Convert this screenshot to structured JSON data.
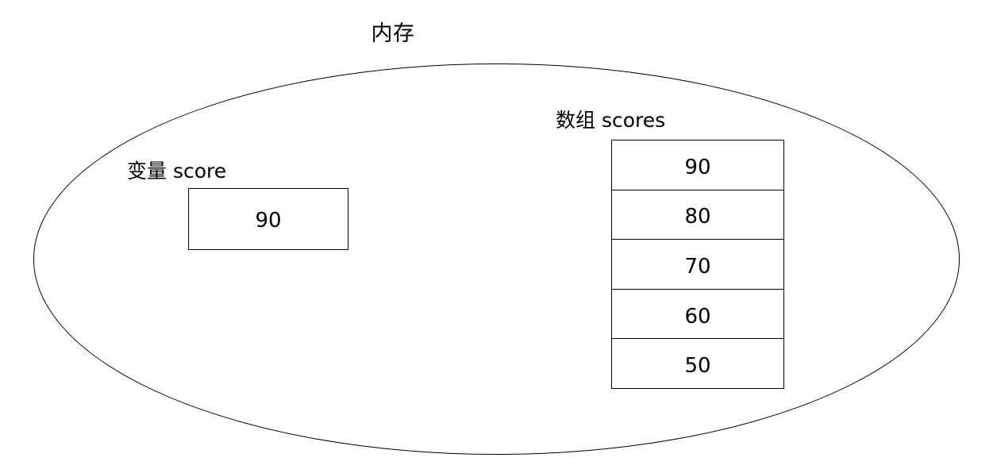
{
  "diagram": {
    "title": "内存",
    "shape": "ellipse",
    "variable": {
      "label": "变量 score",
      "value": "90"
    },
    "array": {
      "label": "数组 scores",
      "cells": [
        {
          "value": "90"
        },
        {
          "value": "80"
        },
        {
          "value": "70"
        },
        {
          "value": "60"
        },
        {
          "value": "50"
        }
      ]
    },
    "colors": {
      "stroke": "#000000",
      "background": "#ffffff",
      "text": "#000000"
    }
  }
}
